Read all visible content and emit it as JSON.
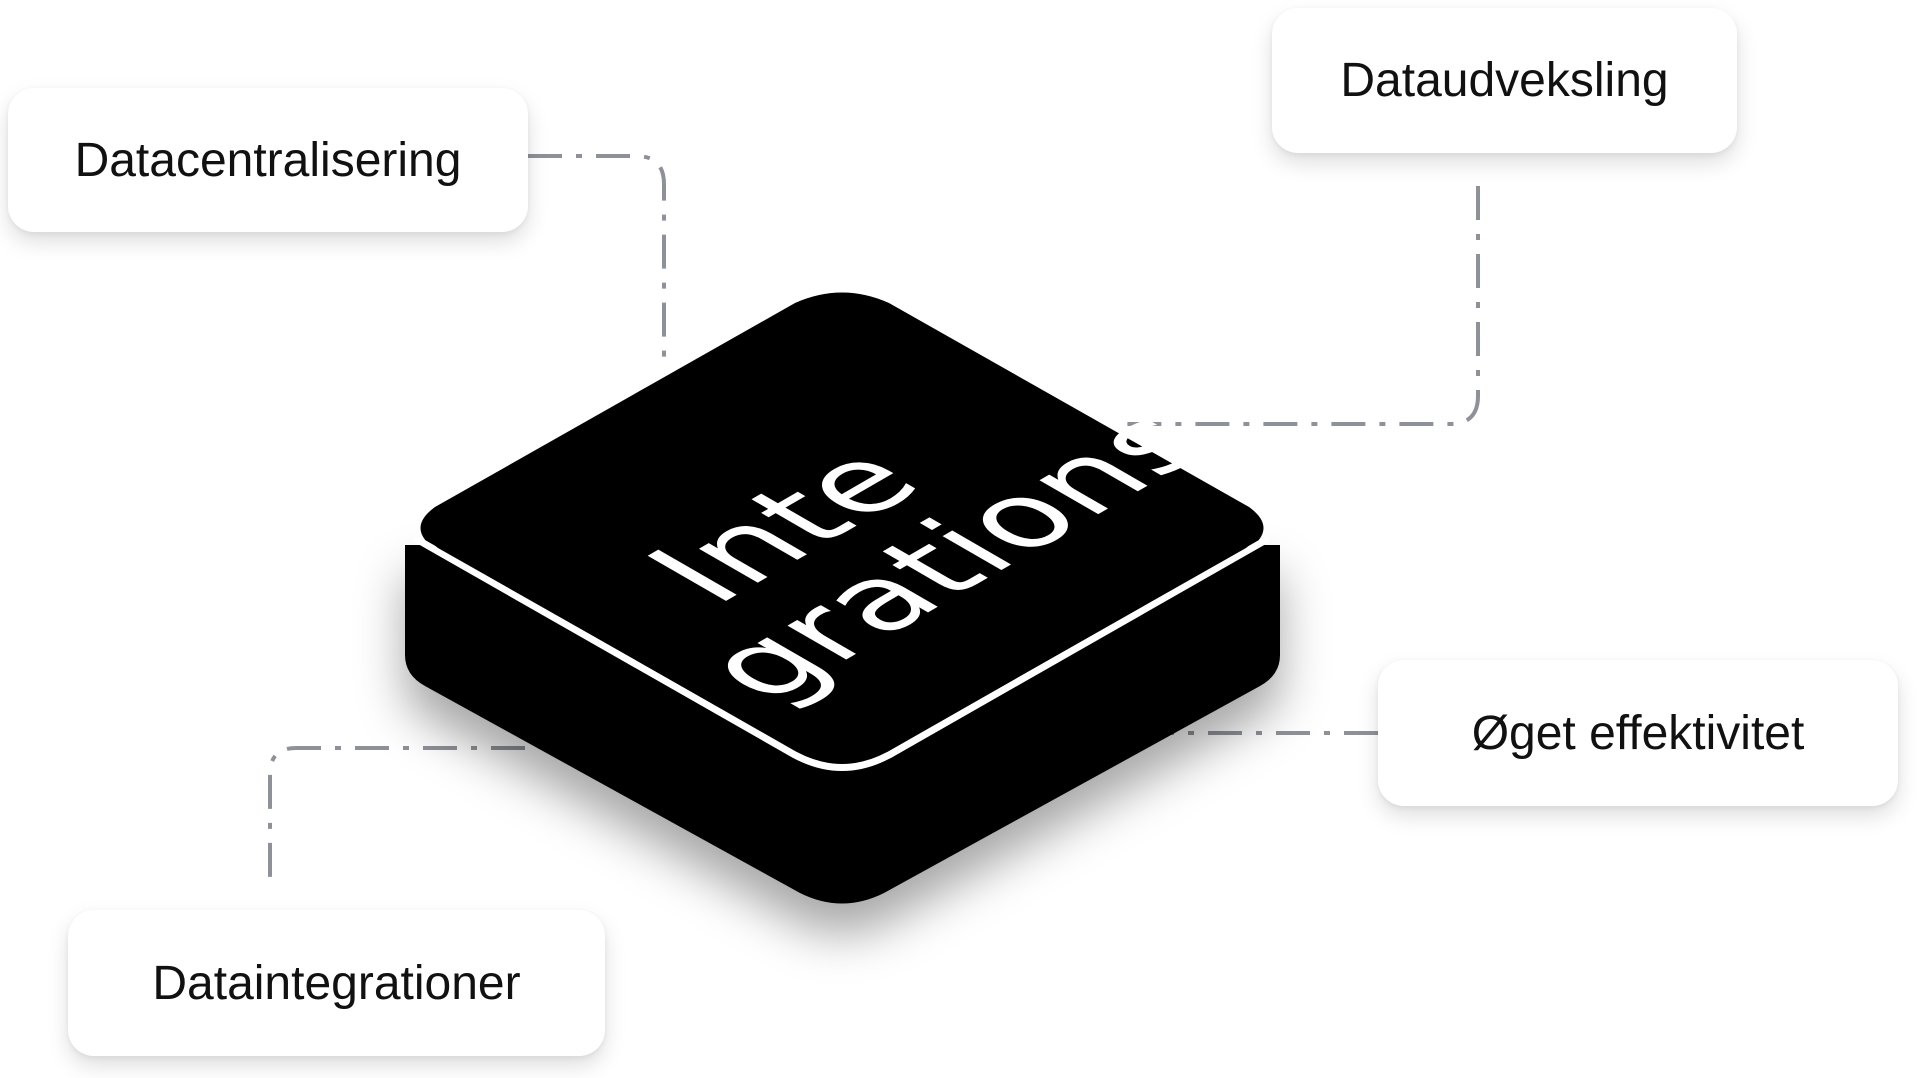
{
  "center": {
    "line1": "Inte",
    "line2": "grations"
  },
  "cards": {
    "centralization": "Datacentralisering",
    "exchange": "Dataudveksling",
    "efficiency": "Øget effektivitet",
    "integrations": "Dataintegrationer"
  },
  "colors": {
    "tile": "#000000",
    "tile_edge": "#ffffff",
    "connector": "#8e9298",
    "text": "#111111",
    "background": "#ffffff"
  }
}
